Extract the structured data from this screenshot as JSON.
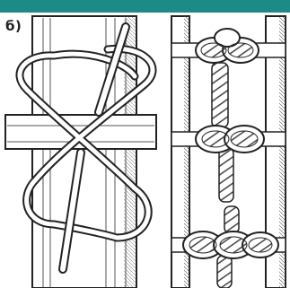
{
  "header": {
    "bar_color": "#1c8a86"
  },
  "figure": {
    "label": "б)",
    "panels": [
      {
        "name": "figure-eight-lashing",
        "icon": "rope-lashing-icon"
      },
      {
        "name": "rope-ladder-rungs",
        "icon": "rope-ladder-icon"
      }
    ]
  }
}
